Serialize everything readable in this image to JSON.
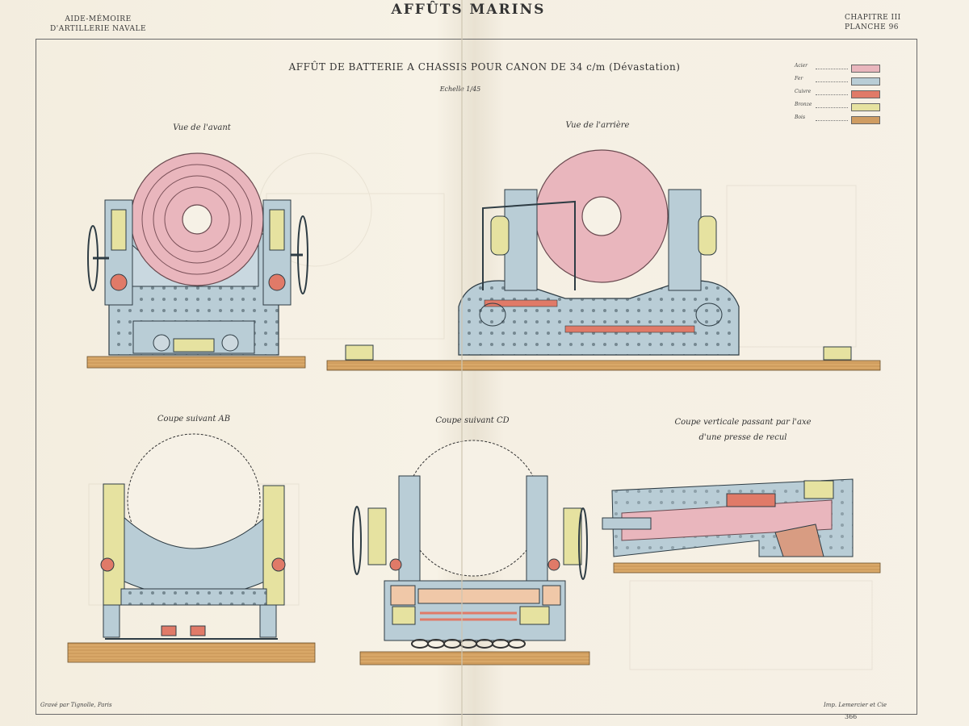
{
  "header": {
    "left_line1": "AIDE-MÉMOIRE",
    "left_line2": "D'ARTILLERIE NAVALE",
    "center": "AFFÛTS MARINS",
    "right_line1": "CHAPITRE III",
    "right_line2": "PLANCHE 96"
  },
  "title": "AFFÛT DE BATTERIE A CHASSIS POUR CANON DE 34 c/m (Dévastation)",
  "scale": "Echelle 1/45",
  "legend": [
    {
      "label": "Acier",
      "color": "#e9b6bd"
    },
    {
      "label": "Fer",
      "color": "#b9cdd6"
    },
    {
      "label": "Cuivre",
      "color": "#e07a68"
    },
    {
      "label": "Bronze",
      "color": "#e6e2a0"
    },
    {
      "label": "Bois",
      "color": "#cf9c62"
    }
  ],
  "views": {
    "front": "Vue de l'avant",
    "rear": "Vue de l'arrière",
    "section_ab": "Coupe suivant AB",
    "section_cd": "Coupe suivant CD",
    "vertical_line1": "Coupe verticale passant par l'axe",
    "vertical_line2": "d'une presse de recul"
  },
  "footer": {
    "engraver": "Gravé par Tignolle, Paris",
    "printer": "Imp. Lemercier et Cie",
    "page": "366"
  }
}
